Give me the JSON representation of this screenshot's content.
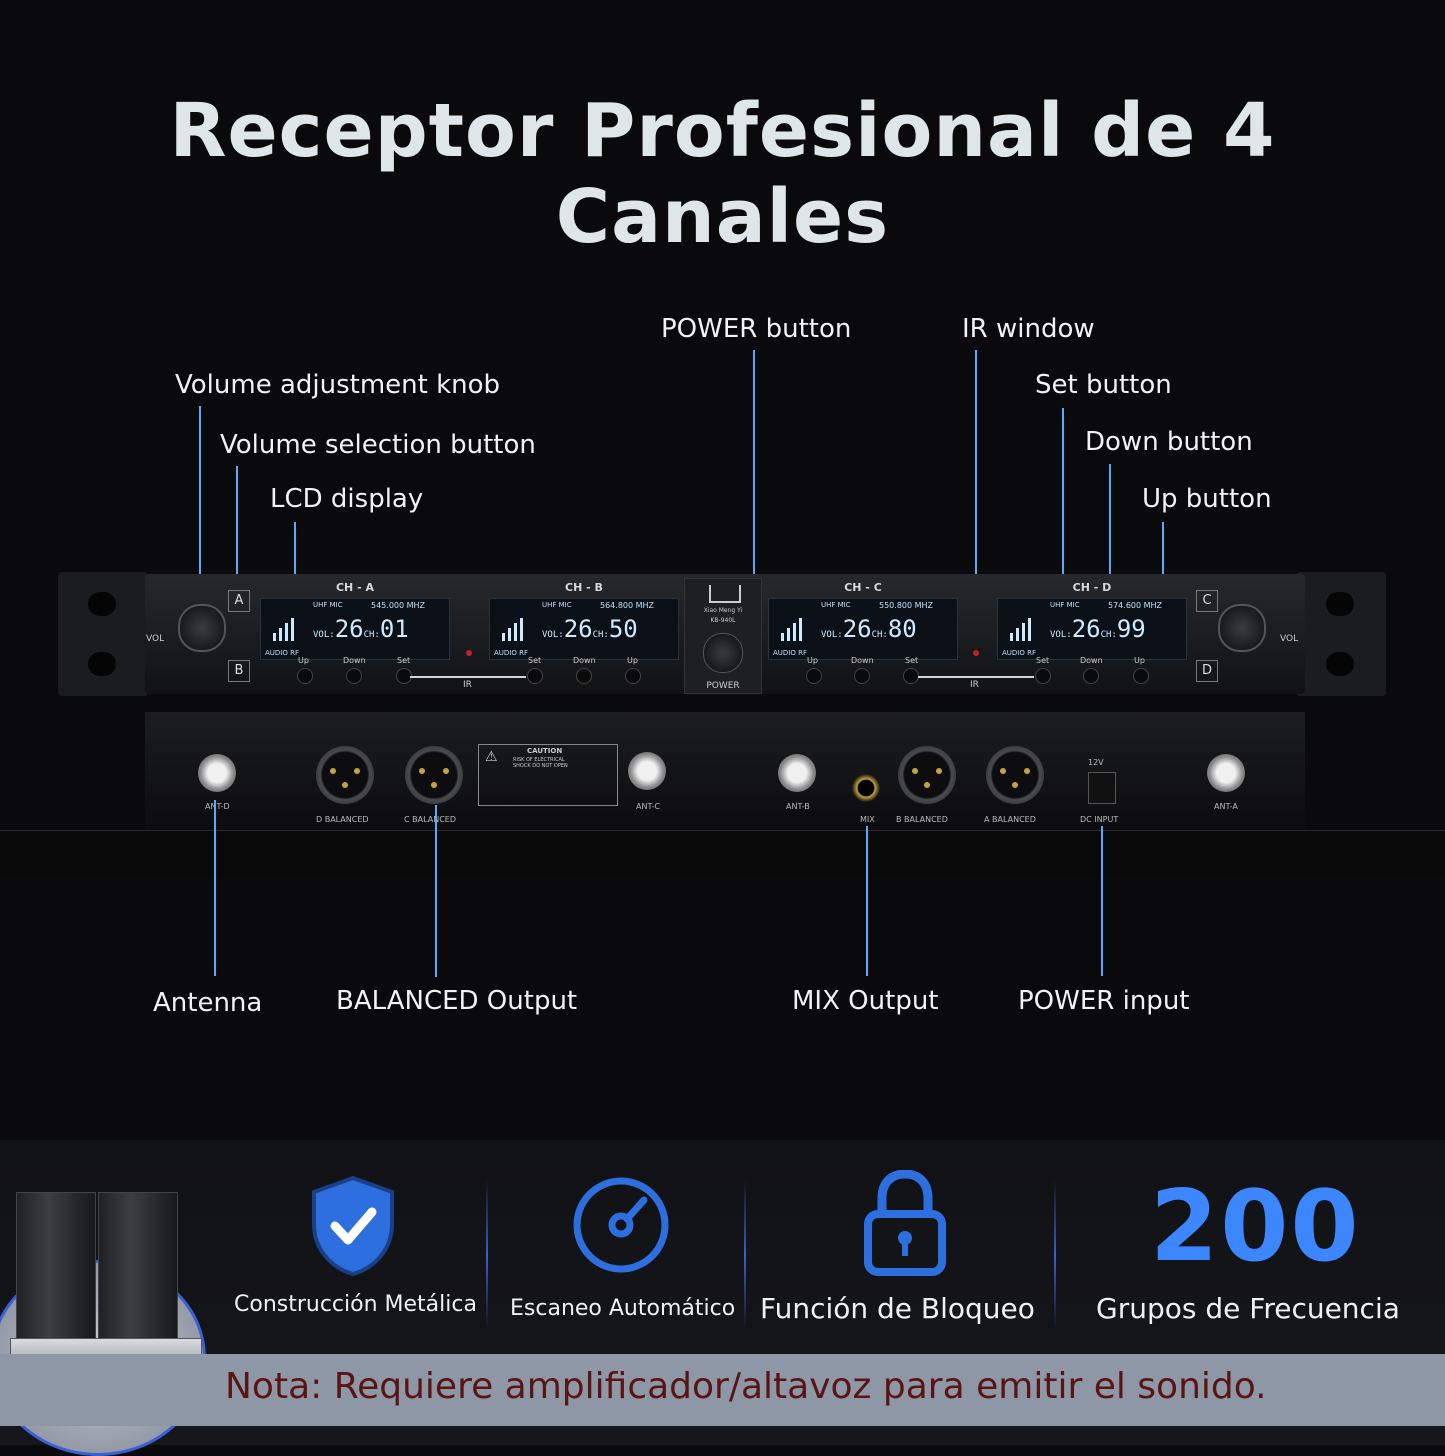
{
  "title": "Receptor Profesional de 4 Canales",
  "callouts": {
    "volume_knob": "Volume adjustment knob",
    "volume_select": "Volume selection button",
    "lcd": "LCD display",
    "power_button": "POWER button",
    "ir_window": "IR window",
    "set_button": "Set button",
    "down_button": "Down button",
    "up_button": "Up button",
    "antenna": "Antenna",
    "balanced": "BALANCED Output",
    "mix": "MIX Output",
    "power_input": "POWER input"
  },
  "front_panel": {
    "brand": "Xiao Meng Yi",
    "model": "KB-940L",
    "power_label": "POWER",
    "vol_label": "VOL",
    "ir_label": "IR",
    "side_buttons": [
      "A",
      "B",
      "C",
      "D"
    ],
    "lcd_small": "UHF   MIC",
    "lcd_audio": "AUDIO   RF",
    "vol_prefix": "VOL:",
    "ch_prefix": "CH:",
    "channels": [
      {
        "name": "CH - A",
        "freq": "545.000 MHZ",
        "vol": "26",
        "ch": "01"
      },
      {
        "name": "CH - B",
        "freq": "564.800 MHZ",
        "vol": "26",
        "ch": "50"
      },
      {
        "name": "CH - C",
        "freq": "550.800 MHZ",
        "vol": "26",
        "ch": "80"
      },
      {
        "name": "CH - D",
        "freq": "574.600 MHZ",
        "vol": "26",
        "ch": "99"
      }
    ],
    "buttons_left": [
      "Up",
      "Down",
      "Set"
    ],
    "buttons_right": [
      "Set",
      "Down",
      "Up"
    ]
  },
  "rear_panel": {
    "ant_d": "ANT-D",
    "ant_c": "ANT-C",
    "ant_b": "ANT-B",
    "ant_a": "ANT-A",
    "balanced_1": "D BALANCED",
    "balanced_2": "C BALANCED",
    "balanced_3": "B BALANCED",
    "balanced_4": "A BALANCED",
    "mix": "MIX",
    "dc_input": "DC INPUT",
    "voltage": "12V",
    "caution": "CAUTION",
    "caution_sub": "RISK OF ELECTRICAL SHOCK DO NOT OPEN"
  },
  "features": [
    {
      "label": "Construcción Metálica",
      "icon": "shield-check-icon"
    },
    {
      "label": "Escaneo Automático",
      "icon": "gauge-icon"
    },
    {
      "label": "Función de Bloqueo",
      "icon": "padlock-icon"
    },
    {
      "label": "Grupos de Frecuencia",
      "icon": "number-200",
      "number": "200"
    }
  ],
  "note": "Nota: Requiere amplificador/altavoz para emitir el sonido.",
  "colors": {
    "accent": "#3c86ff",
    "callout_line": "#5aa9ff",
    "note_bg": "#8d97a5",
    "note_text": "#5a1414"
  }
}
